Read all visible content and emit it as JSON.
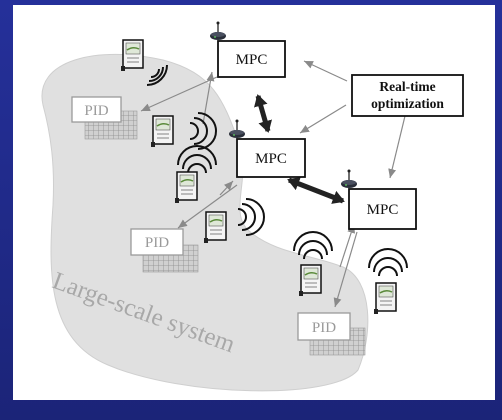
{
  "diagram": {
    "mpc_nodes": [
      {
        "label": "MPC"
      },
      {
        "label": "MPC"
      },
      {
        "label": "MPC"
      }
    ],
    "pid_nodes": [
      {
        "label": "PID"
      },
      {
        "label": "PID"
      },
      {
        "label": "PID"
      }
    ],
    "optimizer": {
      "line1": "Real-time",
      "line2": "optimization"
    },
    "region_label": "Large-scale system",
    "colors": {
      "background": "#1f2a8a",
      "region": "#e0e0e0",
      "pid_border": "#9a9a9a",
      "arrow_dark": "#222222",
      "arrow_gray": "#8a8a8a"
    },
    "icons": [
      "router-antenna-icon",
      "sensor-device-icon",
      "wireless-signal-icon",
      "pid-grid-icon"
    ]
  }
}
